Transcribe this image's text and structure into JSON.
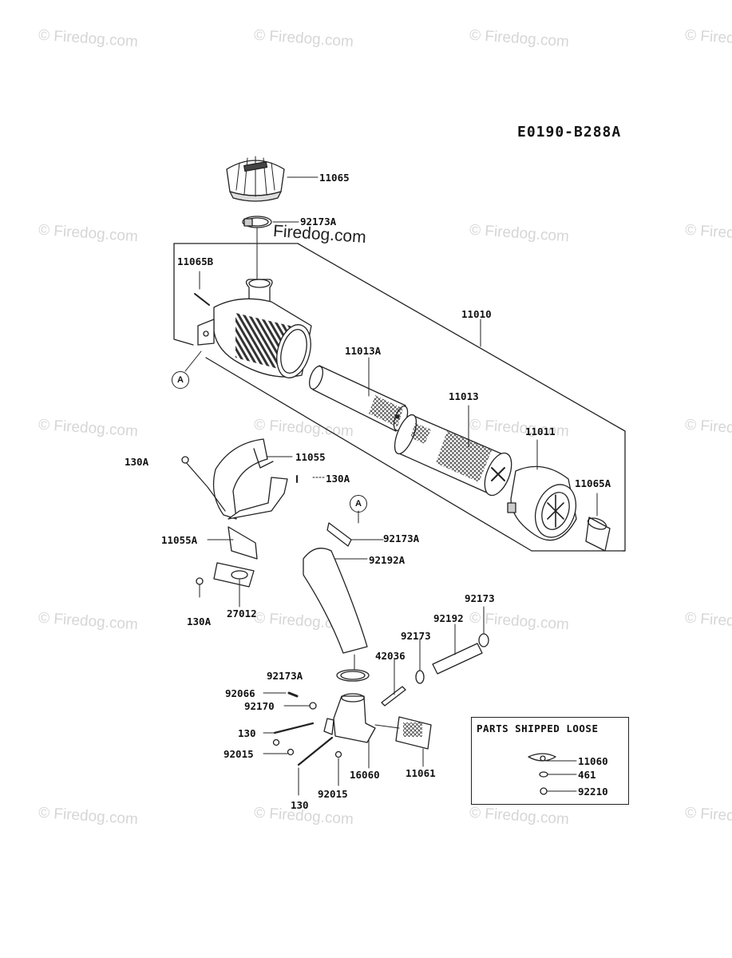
{
  "diagram_code": "E0190-B288A",
  "watermark": {
    "faint": "© Firedog.com",
    "main": "Firedog.com"
  },
  "callout_letter": "A",
  "parts": {
    "p11065": "11065",
    "p92173A_top": "92173A",
    "p11065B": "11065B",
    "p11010": "11010",
    "p11013A": "11013A",
    "p11013": "11013",
    "p11011": "11011",
    "p11065A": "11065A",
    "p130A_1": "130A",
    "p11055": "11055",
    "p130A_2": "130A",
    "p11055A": "11055A",
    "p92173A_mid": "92173A",
    "p92192A": "92192A",
    "p27012": "27012",
    "p130A_3": "130A",
    "p92173_r": "92173",
    "p92192": "92192",
    "p92173_m": "92173",
    "p42036": "42036",
    "p92173A_low": "92173A",
    "p92066": "92066",
    "p92170": "92170",
    "p130_1": "130",
    "p92015_1": "92015",
    "p16060": "16060",
    "p11061": "11061",
    "p130_2": "130",
    "p92015_2": "92015"
  },
  "parts_shipped_loose": {
    "title": "PARTS SHIPPED LOOSE",
    "items": [
      "11060",
      "461",
      "92210"
    ]
  }
}
